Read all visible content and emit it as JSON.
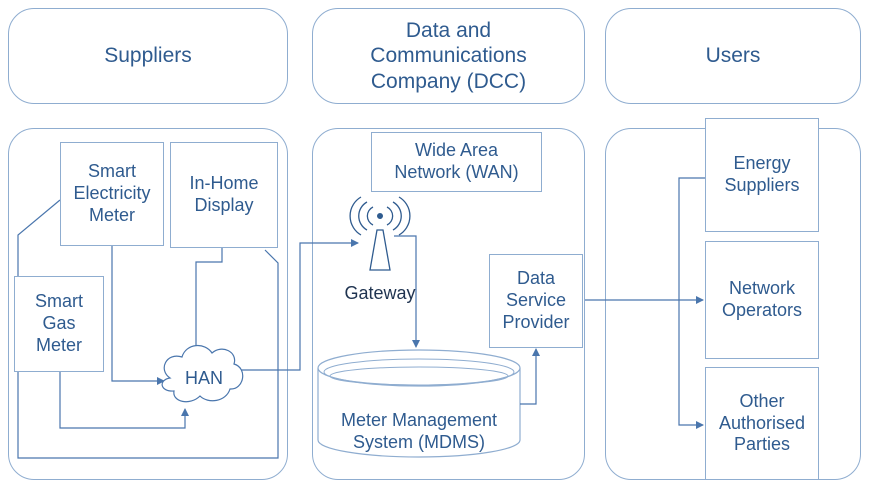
{
  "headers": {
    "suppliers": "Suppliers",
    "dcc": "Data and\nCommunications\nCompany (DCC)",
    "users": "Users"
  },
  "nodes": {
    "smart_electricity_meter": "Smart\nElectricity\nMeter",
    "in_home_display": "In-Home\nDisplay",
    "smart_gas_meter": "Smart\nGas\nMeter",
    "han": "HAN",
    "wan": "Wide Area\nNetwork (WAN)",
    "gateway": "Gateway",
    "data_service_provider": "Data\nService\nProvider",
    "mdms": "Meter Management\nSystem (MDMS)",
    "energy_suppliers": "Energy\nSuppliers",
    "network_operators": "Network\nOperators",
    "other_authorised_parties": "Other\nAuthorised\nParties"
  },
  "colors": {
    "stroke": "#8fadd0",
    "line": "#4a76ad",
    "text": "#2f5b8f"
  },
  "icons": {
    "gateway": "antenna-icon",
    "han": "cloud-icon"
  }
}
